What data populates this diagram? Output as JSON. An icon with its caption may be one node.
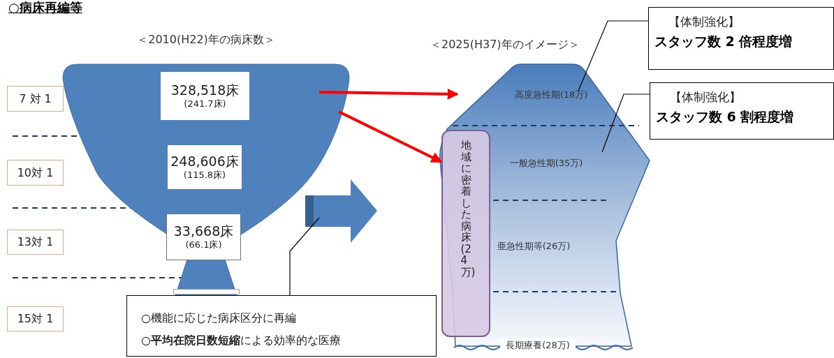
{
  "diagram": {
    "title": "○病床再編等",
    "nodes": [
      {
        "text": [
          "＜2010(H22)年の病床数＞"
        ]
      },
      {
        "text": [
          "328,518床",
          "(241.7床)"
        ],
        "in": 0
      },
      {
        "text": [
          "248,606床",
          "(115.8床)"
        ],
        "in": 0
      },
      {
        "text": [
          "33,668床",
          "(66.1床)"
        ],
        "in": 0
      },
      {
        "text": [],
        "shape": "box",
        "in": 0
      },
      {
        "text": [
          "7 対 1"
        ]
      },
      {
        "text": [
          "10対 1"
        ]
      },
      {
        "text": [
          "13対 1"
        ]
      },
      {
        "text": [
          "15対 1"
        ]
      },
      {
        "text": [],
        "shape": "arrow"
      },
      {
        "text": [
          "○機能に応じた病床区分に再編",
          "○**平均在院日数短縮**による効率的な医療"
        ]
      },
      {
        "text": [
          "＜2025(H37)年のイメージ＞"
        ]
      },
      {
        "text": [
          "高度急性期(18万)"
        ],
        "in": 11
      },
      {
        "text": [
          "一般急性期(35万)"
        ],
        "in": 11
      },
      {
        "text": [
          "亜急性期等(26万)"
        ],
        "in": 11
      },
      {
        "text": [
          "長期療養(28万)"
        ],
        "in": 11
      },
      {
        "text": [
          "地域に密着した病床(24万)"
        ],
        "in": 11
      },
      {
        "text": [
          "【体制強化】",
          "スタッフ数 2 倍程度増"
        ]
      },
      {
        "text": [
          "【体制強化】",
          "スタッフ数 6 割程度増"
        ]
      }
    ],
    "edges": [
      {
        "from": 0,
        "to": 11,
        "arrow": "to",
        "style": "thick",
        "color": "#ff0000"
      },
      {
        "from": 0,
        "to": 16,
        "arrow": "to",
        "style": "thick",
        "color": "#ff0000"
      },
      {
        "from": 17,
        "to": 12,
        "arrow": "none"
      },
      {
        "from": 18,
        "to": 13,
        "arrow": "none"
      },
      {
        "from": 10,
        "to": 9,
        "arrow": "none"
      }
    ]
  }
}
